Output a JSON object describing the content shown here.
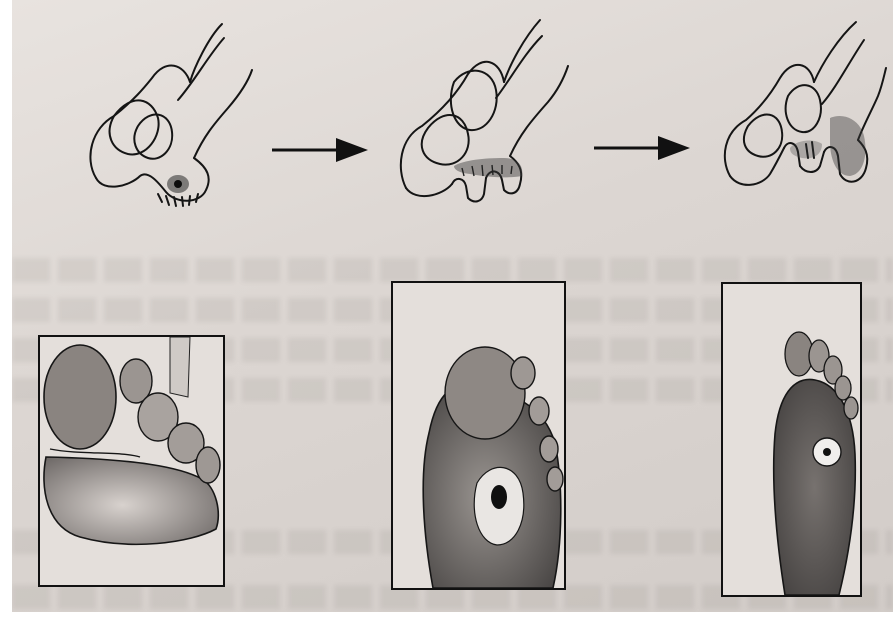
{
  "figure": {
    "top_row": [
      {
        "name": "stage-1-sketch"
      },
      {
        "name": "stage-2-sketch"
      },
      {
        "name": "stage-3-sketch"
      }
    ],
    "bottom_row": [
      {
        "name": "foot-callus-sketch"
      },
      {
        "name": "foot-ulcer-sketch"
      },
      {
        "name": "foot-healing-sketch"
      }
    ],
    "arrows": 2
  }
}
